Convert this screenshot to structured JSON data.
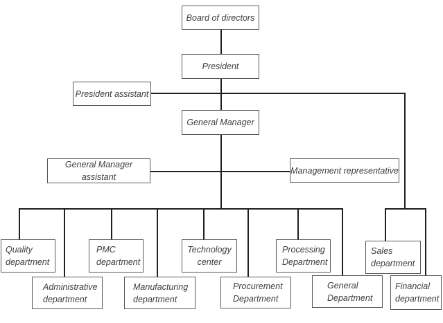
{
  "diagram": {
    "type": "org-chart",
    "colors": {
      "background": "#ffffff",
      "box_border": "#565656",
      "line": "#1f1f1f",
      "text": "#3d3d3d"
    },
    "nodes": {
      "board": "Board of directors",
      "president": "President",
      "president_assistant": "President assistant",
      "general_manager": "General Manager",
      "general_manager_assistant": "General Manager assistant",
      "management_representative": "Management representative",
      "quality": "Quality\ndepartment",
      "administrative": "Administrative\ndepartment",
      "pmc": "PMC\ndepartment",
      "manufacturing": "Manufacturing\ndepartment",
      "technology": "Technology\ncenter",
      "procurement": "Procurement\nDepartment",
      "processing": "Processing\nDepartment",
      "general": "General\nDepartment",
      "sales": "Sales\ndepartment",
      "financial": "Financial\ndepartment"
    }
  }
}
